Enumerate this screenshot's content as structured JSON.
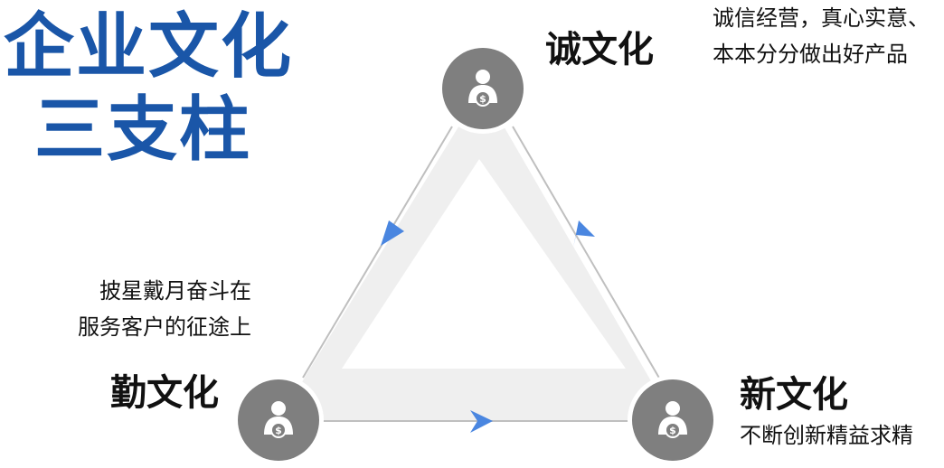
{
  "title": {
    "line1": "企业文化",
    "line2": "三支柱"
  },
  "pillars": {
    "top": {
      "label": "诚文化",
      "desc_lines": [
        "诚信经营，真心实意、",
        "本本分分做出好产品"
      ],
      "icon": "person-money-icon"
    },
    "left": {
      "label": "勤文化",
      "desc_lines": [
        "披星戴月奋斗在",
        "服务客户的征途上"
      ],
      "icon": "person-money-icon"
    },
    "right": {
      "label": "新文化",
      "desc_lines": [
        "不断创新精益求精"
      ],
      "icon": "person-money-icon"
    }
  },
  "colors": {
    "title": "#1a56a8",
    "node": "#7f7f7f",
    "node_ring": "#ffffff",
    "band": "#efefef",
    "edge": "#bfbfbf",
    "arrow": "#4a86e0"
  }
}
